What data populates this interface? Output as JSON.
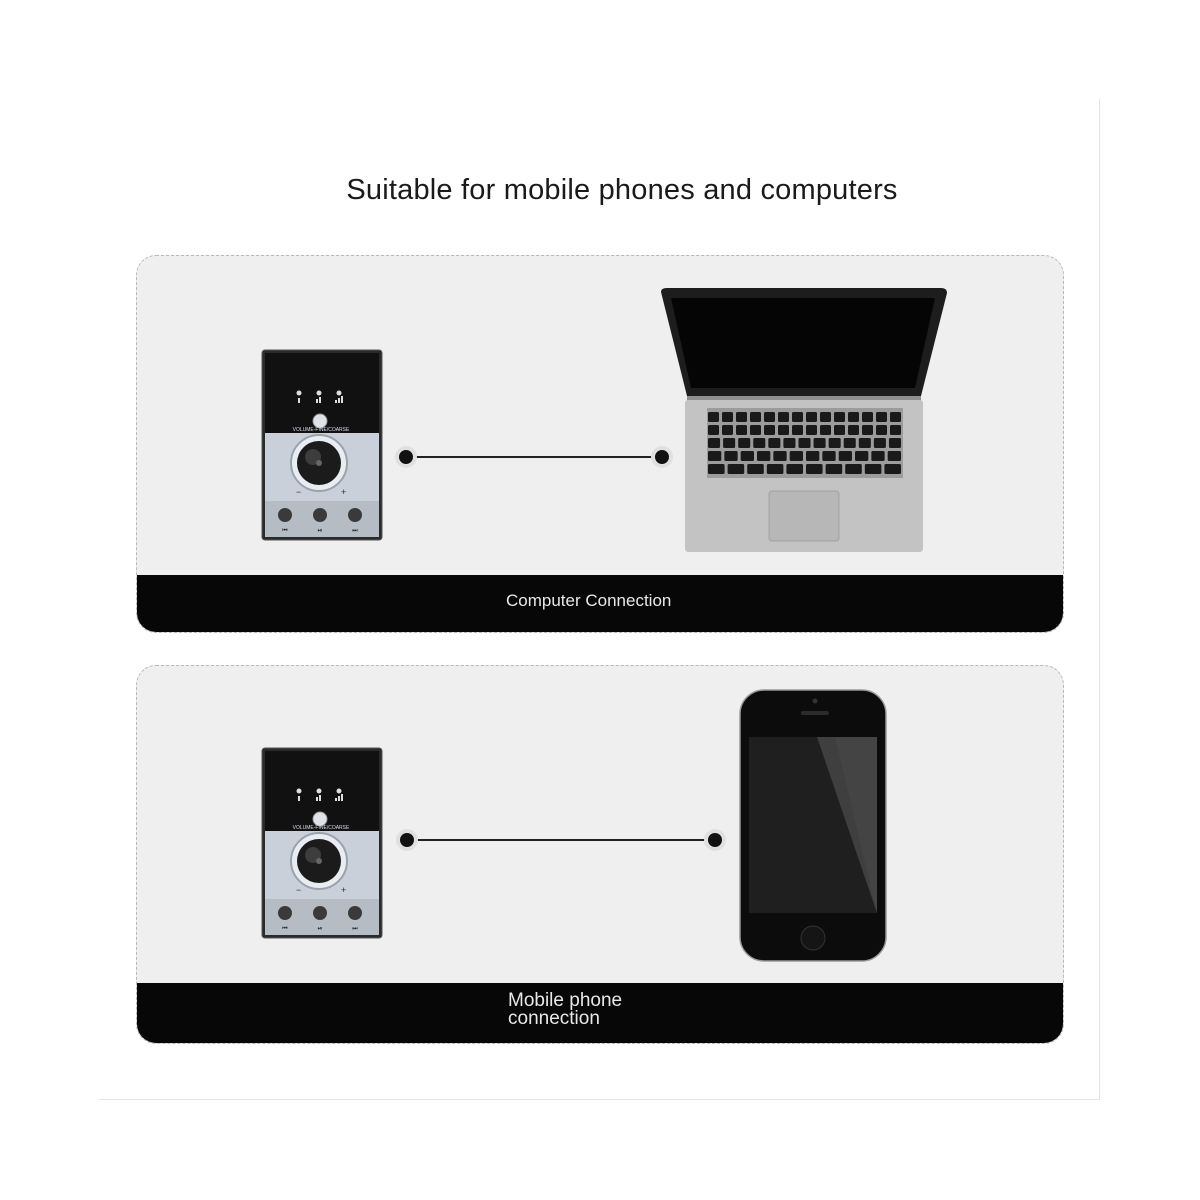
{
  "headline": "Suitable for mobile phones and computers",
  "panels": [
    {
      "caption": "Computer Connection",
      "target_device": "laptop"
    },
    {
      "caption": "Mobile phone connection",
      "target_device": "smartphone"
    }
  ],
  "amplifier": {
    "knob_label": "VOLUME-FINE/COARSE",
    "minus": "−",
    "plus": "+",
    "buttons": [
      "previous-track-icon",
      "play-pause-icon",
      "next-track-icon"
    ],
    "indicators": [
      "signal-low-icon",
      "signal-mid-icon",
      "signal-high-icon"
    ]
  },
  "colors": {
    "panel_background": "#efefef",
    "caption_bar": "#070707",
    "device_front": "#c9d0da",
    "device_top": "#121212"
  }
}
